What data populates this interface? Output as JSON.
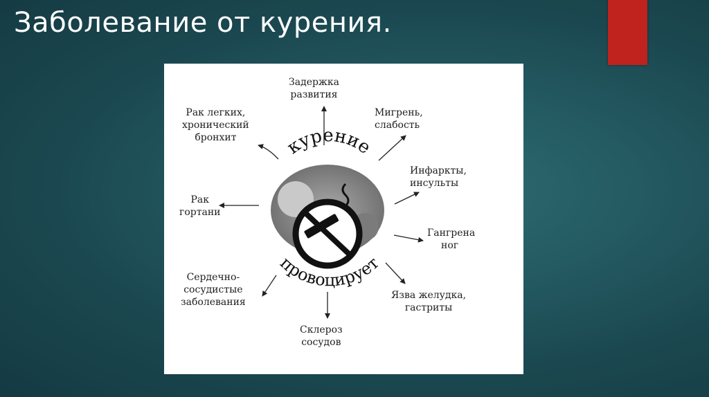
{
  "slide": {
    "title": "Заболевание от курения.",
    "accent_color": "#c0221e"
  },
  "diagram": {
    "center_top_text": "курение",
    "center_bottom_text": "провоцирует",
    "effects": {
      "development_delay": [
        "Задержка",
        "развития"
      ],
      "migraine": [
        "Мигрень,",
        "слабость"
      ],
      "heart_attacks": [
        "Инфаркты,",
        "инсульты"
      ],
      "gangrene": [
        "Гангрена",
        "ног"
      ],
      "ulcer": [
        "Язва желудка,",
        "гастриты"
      ],
      "sclerosis": [
        "Склероз",
        "сосудов"
      ],
      "cardiovascular": [
        "Сердечно-",
        "сосудистые",
        "заболевания"
      ],
      "larynx_cancer": [
        "Рак",
        "гортани"
      ],
      "lung_cancer": [
        "Рак легких,",
        "хронический",
        "бронхит"
      ]
    }
  }
}
